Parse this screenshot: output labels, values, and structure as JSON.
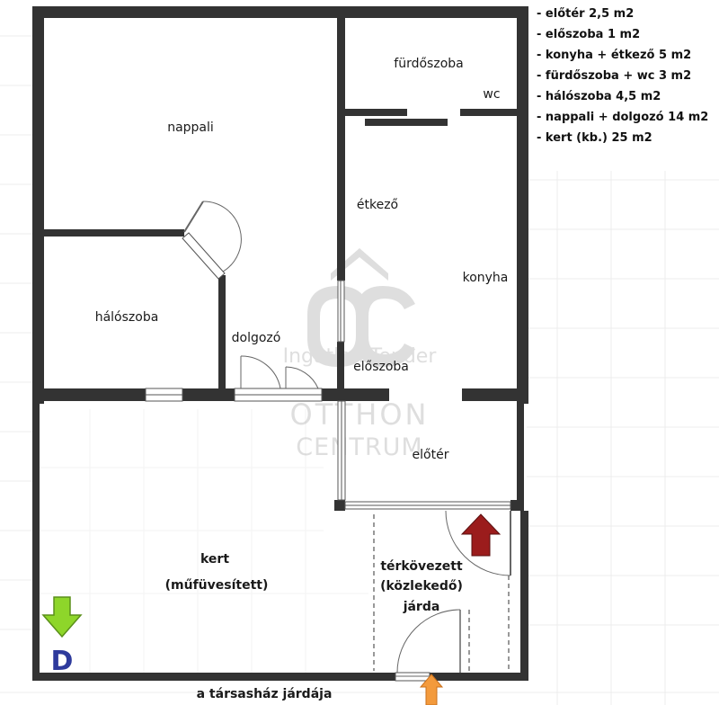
{
  "legend": {
    "items": [
      "- előtér 2,5 m2",
      "- előszoba 1 m2",
      "- konyha + étkező 5 m2",
      "- fürdőszoba + wc 3 m2",
      "- hálószoba 4,5 m2",
      "- nappali + dolgozó 14 m2",
      "- kert (kb.) 25 m2"
    ]
  },
  "rooms": {
    "furdoszoba": "fürdőszoba",
    "wc": "wc",
    "nappali": "nappali",
    "etkezo": "étkező",
    "konyha": "konyha",
    "haloszoba": "hálószoba",
    "dolgozo": "dolgozó",
    "eloszoba": "előszoba",
    "eloter": "előtér",
    "kert_line1": "kert",
    "kert_line2": "(műfüvesített)",
    "jarda_line1": "térkövezett",
    "jarda_line2": "(közlekedő)",
    "jarda_line3": "járda",
    "sidewalk": "a társasház járdája"
  },
  "compass": {
    "letter": "D"
  },
  "watermark": {
    "brand": "Ingatlan Tender",
    "line1": "OTTHON",
    "line2": "CENTRUM"
  },
  "colors": {
    "wall": "#333333",
    "entry_arrow": "#9b1c1c",
    "gate_arrow": "#f39a3c",
    "compass_arrow": "#8ed62a",
    "compass_letter": "#2e3a9c"
  }
}
